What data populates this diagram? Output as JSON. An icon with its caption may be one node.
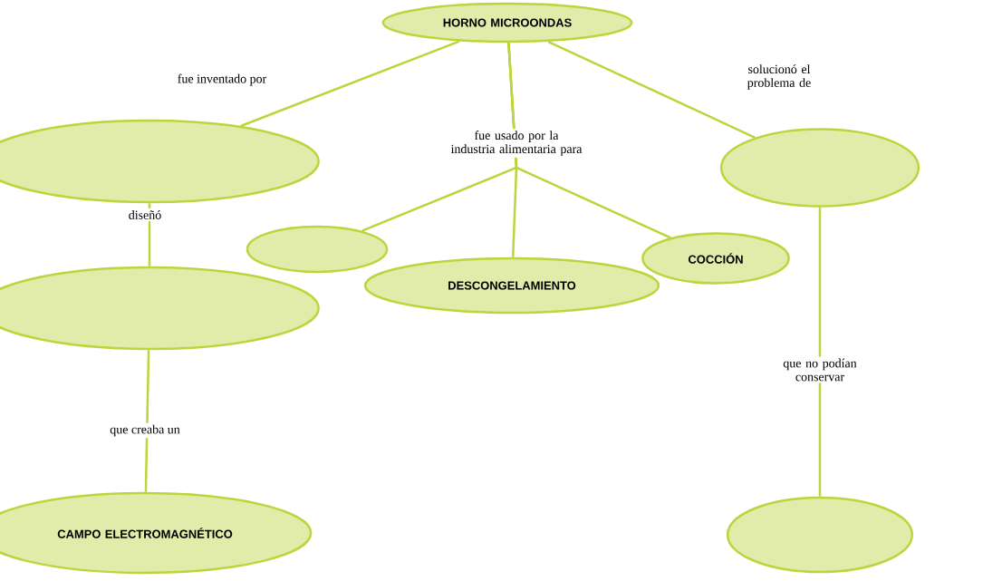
{
  "diagram": {
    "nodes": [
      {
        "text": [
          "HORNO MICROONDAS"
        ]
      },
      {
        "text": [],
        "shape": "circle"
      },
      {
        "text": [],
        "shape": "circle"
      },
      {
        "text": [
          "CAMPO ELECTROMAGNÉTICO"
        ]
      },
      {
        "text": [],
        "shape": "circle"
      },
      {
        "text": [
          "DESCONGELAMIENTO"
        ]
      },
      {
        "text": [
          "COCCIÓN"
        ]
      },
      {
        "text": [],
        "shape": "circle"
      },
      {
        "text": [],
        "shape": "circle"
      }
    ],
    "edges": [
      {
        "from": 0,
        "to": 1,
        "arrow": "none",
        "label": "fue inventado por"
      },
      {
        "from": 1,
        "to": 2,
        "arrow": "none",
        "label": "diseñó"
      },
      {
        "from": 2,
        "to": 3,
        "arrow": "none",
        "label": "que creaba un"
      },
      {
        "from": 0,
        "to": 4,
        "arrow": "none"
      },
      {
        "from": 0,
        "to": 5,
        "arrow": "none",
        "label": "fue usado por la industria alimentaria para"
      },
      {
        "from": 0,
        "to": 6,
        "arrow": "none"
      },
      {
        "from": 0,
        "to": 7,
        "arrow": "none",
        "label": "solucionó el problema de"
      },
      {
        "from": 7,
        "to": 8,
        "arrow": "none",
        "label": "que no podían conservar"
      }
    ]
  }
}
